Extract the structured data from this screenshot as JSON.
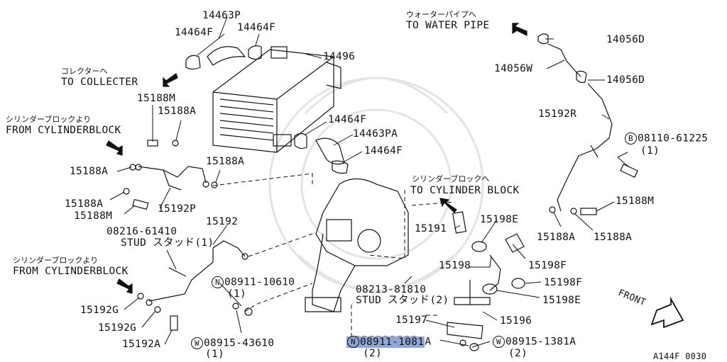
{
  "diagram": {
    "corner_code": "A144F 0030",
    "front_label": "FRONT",
    "directions": {
      "water_pipe_jp": "ウォーターパイプへ",
      "water_pipe": "TO WATER PIPE",
      "collecter_jp": "コレクターへ",
      "collecter": "TO COLLECTER",
      "cyl_block_from1_jp": "シリンダーブロックより",
      "cyl_block_from1": "FROM CYLINDERBLOCK",
      "cyl_block_to_jp": "シリンダーブロックへ",
      "cyl_block_to": "TO CYLINDER BLOCK",
      "cyl_block_from2_jp": "シリンダーブロックより",
      "cyl_block_from2": "FROM CYLINDERBLOCK"
    },
    "parts": {
      "p14463P": "14463P",
      "p14464F_a": "14464F",
      "p14464F_b": "14464F",
      "p14496": "14496",
      "p15188M_a": "15188M",
      "p15188A_a": "15188A",
      "p15188A_b": "15188A",
      "p15188A_c": "15188A",
      "p15188A_d": "15188A",
      "p15188M_b": "15188M",
      "p15192P": "15192P",
      "p14464F_c": "14464F",
      "p14463PA": "14463PA",
      "p14464F_d": "14464F",
      "p14056D_a": "14056D",
      "p14056W": "14056W",
      "p14056D_b": "14056D",
      "p15192R": "15192R",
      "p08110": "08110-61225",
      "p08110_qty": "(1)",
      "p15188M_c": "15188M",
      "p15188A_e": "15188A",
      "p15188A_f": "15188A",
      "p15191": "15191",
      "p15198E_a": "15198E",
      "p15198F_a": "15198F",
      "p15198": "15198",
      "p15198F_b": "15198F",
      "p15198E_b": "15198E",
      "p15196": "15196",
      "p15197": "15197",
      "p08216": "08216-61410",
      "p08216_stud": "STUD スタッド(1)",
      "p15192": "15192",
      "p08911_10610": "08911-10610",
      "p08911_10610_qty": "(1)",
      "p08213": "08213-81810",
      "p08213_stud": "STUD スタッド(2)",
      "p15192G_a": "15192G",
      "p15192G_b": "15192G",
      "p15192A": "15192A",
      "p08915_43610": "08915-43610",
      "p08915_43610_qty": "(1)",
      "p08911_1081": "08911-1081",
      "p08911_1081_suffix": "A",
      "p08911_1081_qty": "(2)",
      "p08915_1381": "08915-1381A",
      "p08915_1381_qty": "(2)"
    },
    "prefixes": {
      "B": "B",
      "N": "N",
      "W": "W"
    }
  }
}
